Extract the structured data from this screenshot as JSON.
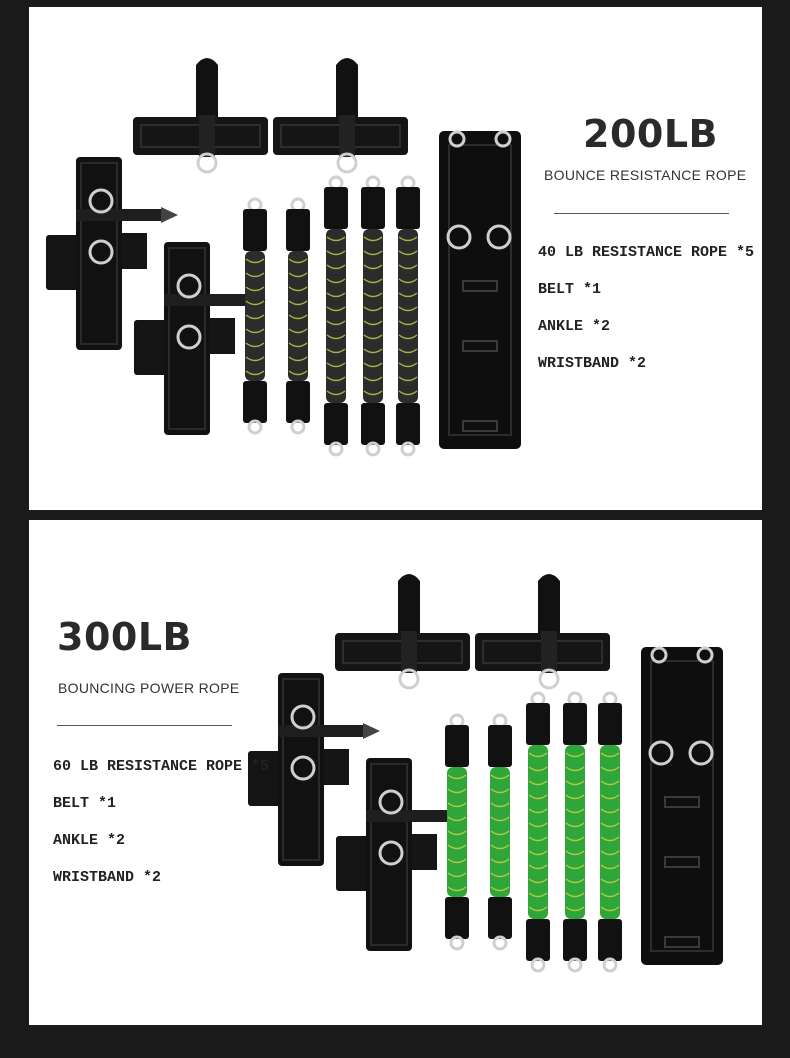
{
  "panels": [
    {
      "title": "200LB",
      "subtitle": "BOUNCE RESISTANCE ROPE",
      "specs": [
        "40 LB RESISTANCE ROPE *5",
        "BELT *1",
        "ANKLE *2",
        "WRISTBAND *2"
      ],
      "sleeve_color": "#2c2c2c",
      "accent_color": "#c8d84a"
    },
    {
      "title": "300LB",
      "subtitle": "BOUNCING POWER ROPE",
      "specs": [
        "60 LB RESISTANCE ROPE *5",
        "BELT *1",
        "ANKLE *2",
        "WRISTBAND *2"
      ],
      "sleeve_color": "#2fa63a",
      "accent_color": "#d8d24a"
    }
  ]
}
